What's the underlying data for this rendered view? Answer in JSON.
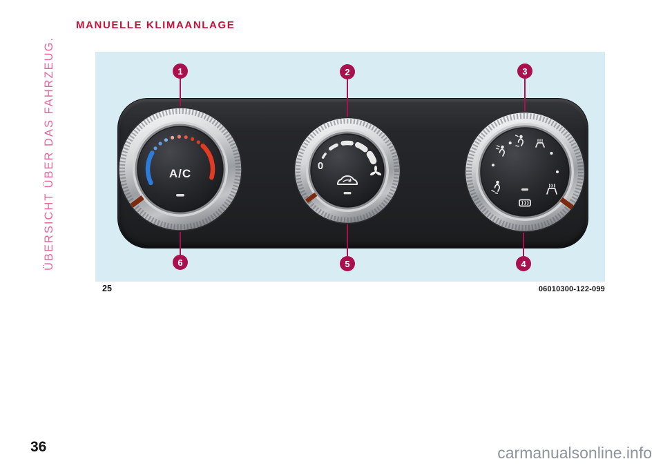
{
  "sidebar": {
    "text": "ÜBERSICHT ÜBER DAS FAHRZEUG."
  },
  "header": {
    "title": "MANUELLE KLIMAANLAGE"
  },
  "figure": {
    "number": "25",
    "code": "06010300-122-099",
    "callouts": {
      "c1": "1",
      "c2": "2",
      "c3": "3",
      "c4": "4",
      "c5": "5",
      "c6": "6"
    },
    "knobs": {
      "temperature": {
        "label": "A/C",
        "icons": [
          "cold-arc",
          "hot-arc"
        ]
      },
      "fan": {
        "zero_label": "0",
        "icons": [
          "fan",
          "recirculation"
        ]
      },
      "distribution": {
        "icons": [
          "air-to-face",
          "air-face-feet",
          "windshield-air",
          "air-to-feet",
          "rear-defrost",
          "front-defrost"
        ]
      }
    }
  },
  "footer": {
    "page_number": "36",
    "watermark": "carmanualsonline.info"
  },
  "colors": {
    "accent_pink": "#e4679f",
    "title_red": "#c41239",
    "callout_red": "#a8114e",
    "figure_bg": "#d8edf3",
    "panel_dark": "#232327",
    "temp_blue": "#2e7cd9",
    "temp_red": "#e23b23",
    "indicator_rust": "#7c2a10"
  }
}
